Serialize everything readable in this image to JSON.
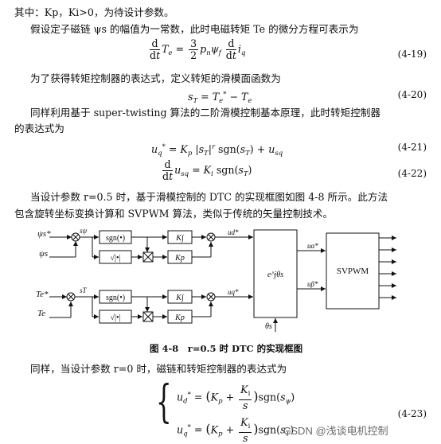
{
  "text": {
    "line1": "其中：Kp，Ki>0，为待设计参数。",
    "line2": "假设定子磁链 ψs 的幅值为一常数，此时电磁转矩 Te 的微分方程可表示为",
    "line3": "为了获得转矩控制器的表达式，定义转矩的滑模面函数为",
    "line4": "同样利用基于 super-twisting 算法的二阶滑模控制基本原理，此时转矩控制器",
    "line5": "的表达式为",
    "line6": "当设计参数 r=0.5 时，基于滑模控制的 DTC 的实现框图如图 4-8 所示。此方法",
    "line7": "包含旋转坐标变换计算和 SVPWM 算法，类似于传统的矢量控制技术。",
    "line8": "同样，当设计参数 r=0 时，磁链和转矩控制器的表达式为"
  },
  "equations": {
    "eq419_no": "(4-19)",
    "eq420_no": "(4-20)",
    "eq421_no": "(4-21)",
    "eq422_no": "(4-22)",
    "eq423_no": "(4-23)"
  },
  "figure": {
    "caption": "图 4-8　r=0.5 时 DTC 的实现框图",
    "sgn_label": "sgn(•)",
    "sqrt_label": "√|•|",
    "ki_label": "K∫",
    "kp_label": "Kp",
    "transform_label": "e^jθs",
    "svpwm_label": "SVPWM",
    "psi_ref": "ψs*",
    "psi_hat": "ψs",
    "te_ref": "Te*",
    "te": "Te",
    "s_psi": "sψ",
    "s_t": "sT",
    "ud": "ud*",
    "uq": "uq*",
    "ualpha": "uα*",
    "ubeta": "uβ*",
    "theta": "θs"
  },
  "watermark": "CSDN @浅谈电机控制"
}
